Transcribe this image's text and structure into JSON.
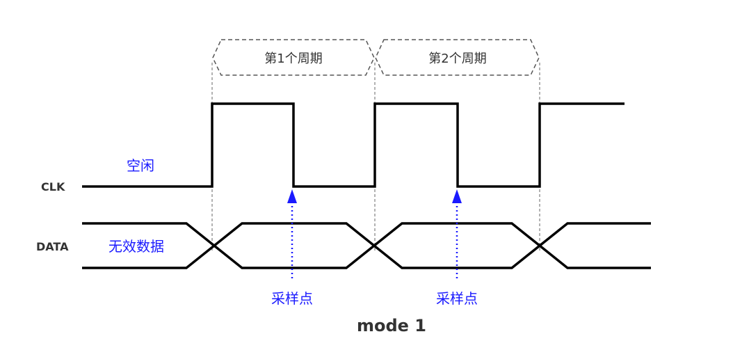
{
  "signals": {
    "clk_label": "CLK",
    "data_label": "DATA"
  },
  "states": {
    "idle_label": "空闲",
    "invalid_label": "无效数据"
  },
  "periods": [
    {
      "label": "第1个周期"
    },
    {
      "label": "第2个周期"
    }
  ],
  "sample_points": [
    {
      "label": "采样点"
    },
    {
      "label": "采样点"
    }
  ],
  "title": "mode 1",
  "colors": {
    "wave": "#000000",
    "annotation": "#1a1aff",
    "text": "#333333"
  }
}
